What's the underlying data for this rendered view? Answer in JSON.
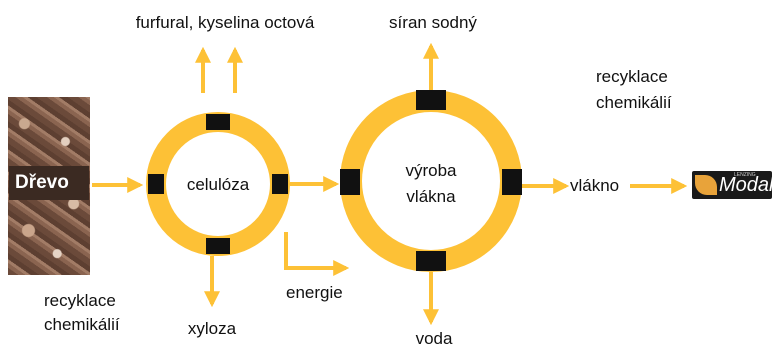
{
  "colors": {
    "ring": "#FDC136",
    "arrow": "#FDC136",
    "node": "#111111",
    "text": "#111111"
  },
  "inputs": {
    "wood_label": "Dřevo"
  },
  "cycles": {
    "cellulose": "celulóza",
    "fiber_line1": "výroba",
    "fiber_line2": "vlákna"
  },
  "outputs": {
    "furfural": "furfural, kyselina octová",
    "sodium_sulfate": "síran sodný",
    "xylose": "xyloza",
    "energy": "energie",
    "water": "voda",
    "fiber": "vlákno"
  },
  "recycling": {
    "left_line1": "recyklace",
    "left_line2": "chemikálií",
    "right_line1": "recyklace",
    "right_line2": "chemikálií"
  },
  "brand": {
    "name": "Modal",
    "small_text": "LENZING"
  }
}
